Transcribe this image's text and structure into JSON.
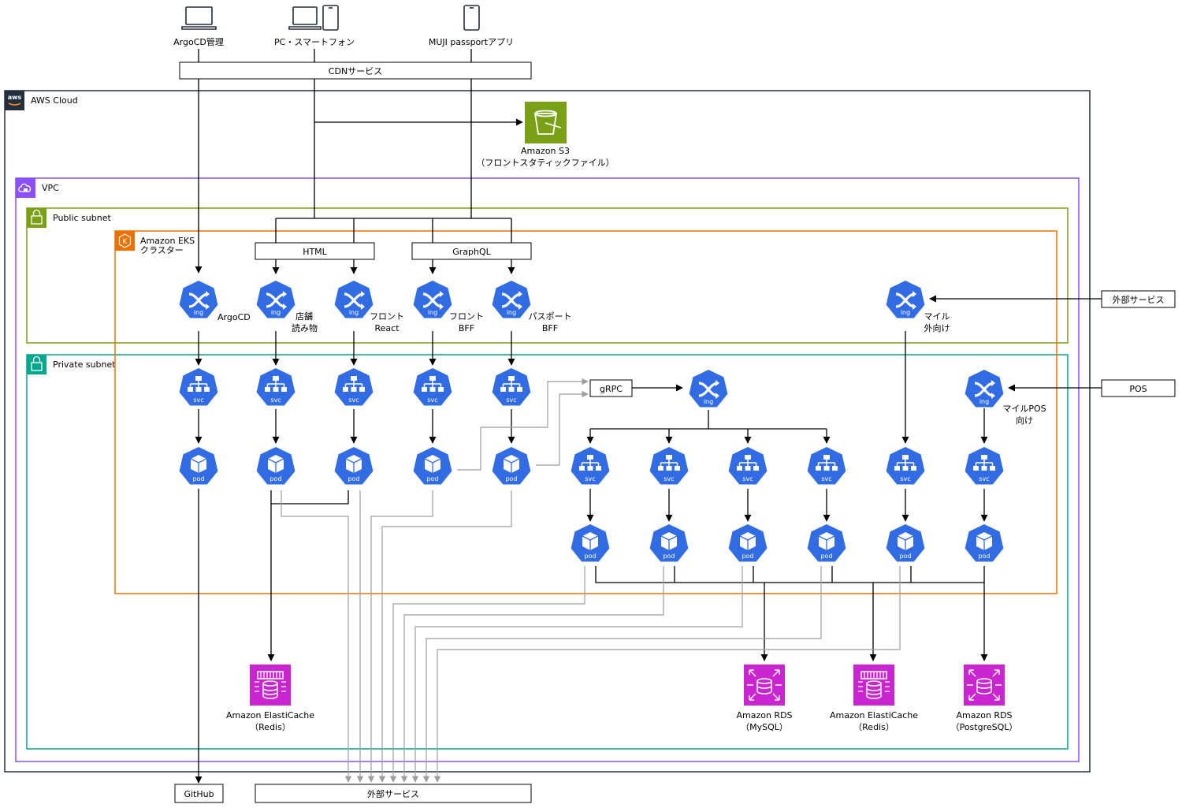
{
  "clients": [
    {
      "id": "argocd-admin",
      "label": "ArgoCD管理",
      "icon": "laptop-icon"
    },
    {
      "id": "pc-smartphone",
      "label": "PC・スマートフォン",
      "icon": "laptop-phone-icon"
    },
    {
      "id": "muji-app",
      "label": "MUJI passportアプリ",
      "icon": "mobile-icon"
    }
  ],
  "cdn_label": "CDNサービス",
  "groups": {
    "aws_cloud": "AWS Cloud",
    "vpc": "VPC",
    "public_subnet": "Public subnet",
    "private_subnet": "Private subnet",
    "eks": [
      "Amazon EKS",
      "クラスター"
    ]
  },
  "s3": {
    "name": "Amazon S3",
    "detail": "（フロントスタティックファイル）"
  },
  "routers": {
    "html": "HTML",
    "graphql": "GraphQL",
    "grpc": "gRPC"
  },
  "ingresses": [
    {
      "id": "argocd",
      "lines": [
        "ArgoCD"
      ]
    },
    {
      "id": "tenpo",
      "lines": [
        "店舗",
        "読み物"
      ]
    },
    {
      "id": "front-react",
      "lines": [
        "フロント",
        "React"
      ]
    },
    {
      "id": "front-bff",
      "lines": [
        "フロント",
        "BFF"
      ]
    },
    {
      "id": "passport-bff",
      "lines": [
        "パスポート",
        "BFF"
      ]
    },
    {
      "id": "mile-ext",
      "lines": [
        "マイル",
        "外向け"
      ]
    },
    {
      "id": "mile-pos",
      "lines": [
        "マイルPOS",
        "向け"
      ]
    }
  ],
  "external": {
    "right_top": "外部サービス",
    "right_pos": "POS",
    "bottom": "外部サービス",
    "github": "GitHub"
  },
  "resources": [
    {
      "id": "elasticache-1",
      "lines": [
        "Amazon ElastiCache",
        "（Redis）"
      ],
      "color": "#C925D1"
    },
    {
      "id": "rds-mysql",
      "lines": [
        "Amazon RDS",
        "（MySQL）"
      ],
      "color": "#C925D1"
    },
    {
      "id": "elasticache-2",
      "lines": [
        "Amazon ElastiCache",
        "（Redis）"
      ],
      "color": "#C925D1"
    },
    {
      "id": "rds-postgres",
      "lines": [
        "Amazon RDS",
        "（PostgreSQL）"
      ],
      "color": "#C925D1"
    }
  ],
  "k8s_labels": {
    "ing": "ing",
    "svc": "svc",
    "pod": "pod"
  },
  "colors": {
    "k8s": "#326CE5",
    "s3": "#7AA116",
    "vpc": "#8C4FFF",
    "public": "#7AA116",
    "private": "#01A88D",
    "eks": "#ED7100",
    "aws": "#232F3E",
    "gray_arrow": "#9E9E9E"
  }
}
